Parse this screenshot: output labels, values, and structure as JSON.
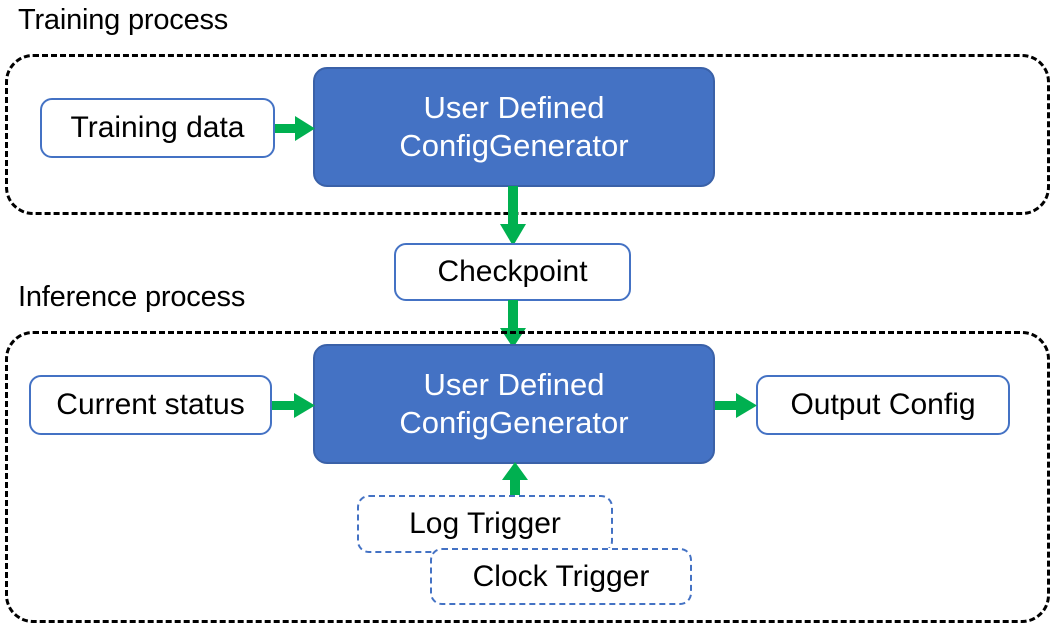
{
  "diagram": {
    "title_training": "Training process",
    "title_inference": "Inference process",
    "colors": {
      "process_blue": "#4472C4",
      "arrow_green": "#00B050",
      "outline_blue": "#4472C4",
      "group_border": "#000000",
      "background": "#FFFFFF"
    },
    "training": {
      "label": "Training process",
      "nodes": {
        "training_data": "Training data",
        "generator_line1": "User Defined",
        "generator_line2": "ConfigGenerator"
      }
    },
    "bridge": {
      "checkpoint": "Checkpoint"
    },
    "inference": {
      "label": "Inference process",
      "nodes": {
        "current_status": "Current status",
        "generator_line1": "User Defined",
        "generator_line2": "ConfigGenerator",
        "output_config": "Output Config",
        "log_trigger": "Log Trigger",
        "clock_trigger": "Clock Trigger"
      }
    },
    "arrows": [
      {
        "name": "training-data-to-generator",
        "from": "Training data",
        "to": "User Defined ConfigGenerator",
        "direction": "right"
      },
      {
        "name": "generator-to-checkpoint",
        "from": "User Defined ConfigGenerator",
        "to": "Checkpoint",
        "direction": "down"
      },
      {
        "name": "checkpoint-to-inference-generator",
        "from": "Checkpoint",
        "to": "User Defined ConfigGenerator",
        "direction": "down"
      },
      {
        "name": "current-status-to-generator",
        "from": "Current status",
        "to": "User Defined ConfigGenerator",
        "direction": "right"
      },
      {
        "name": "generator-to-output-config",
        "from": "User Defined ConfigGenerator",
        "to": "Output Config",
        "direction": "right"
      },
      {
        "name": "triggers-to-generator",
        "from": "Log Trigger / Clock Trigger",
        "to": "User Defined ConfigGenerator",
        "direction": "up"
      }
    ]
  }
}
